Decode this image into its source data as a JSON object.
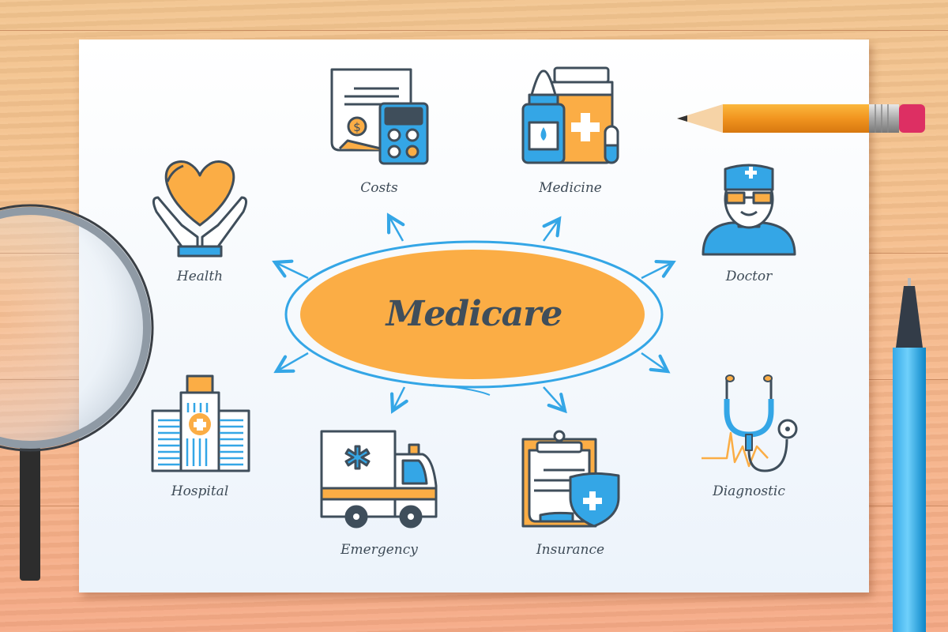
{
  "diagram": {
    "center": {
      "label": "Medicare"
    },
    "nodes": [
      {
        "id": "costs",
        "label": "Costs",
        "icon": "calculator-invoice-icon"
      },
      {
        "id": "medicine",
        "label": "Medicine",
        "icon": "medicine-bottles-icon"
      },
      {
        "id": "doctor",
        "label": "Doctor",
        "icon": "doctor-icon"
      },
      {
        "id": "diagnostic",
        "label": "Diagnostic",
        "icon": "stethoscope-icon"
      },
      {
        "id": "insurance",
        "label": "Insurance",
        "icon": "clipboard-shield-icon"
      },
      {
        "id": "emergency",
        "label": "Emergency",
        "icon": "ambulance-icon"
      },
      {
        "id": "hospital",
        "label": "Hospital",
        "icon": "hospital-building-icon"
      },
      {
        "id": "health",
        "label": "Health",
        "icon": "heart-in-hands-icon"
      }
    ]
  },
  "colors": {
    "accent_orange": "#fbad45",
    "accent_blue": "#34a6e6",
    "outline": "#3f4e5b",
    "paper": "#f4f8fc",
    "wood": "#f5b98a"
  },
  "props": [
    "magnifying-glass",
    "pencil",
    "pen"
  ]
}
